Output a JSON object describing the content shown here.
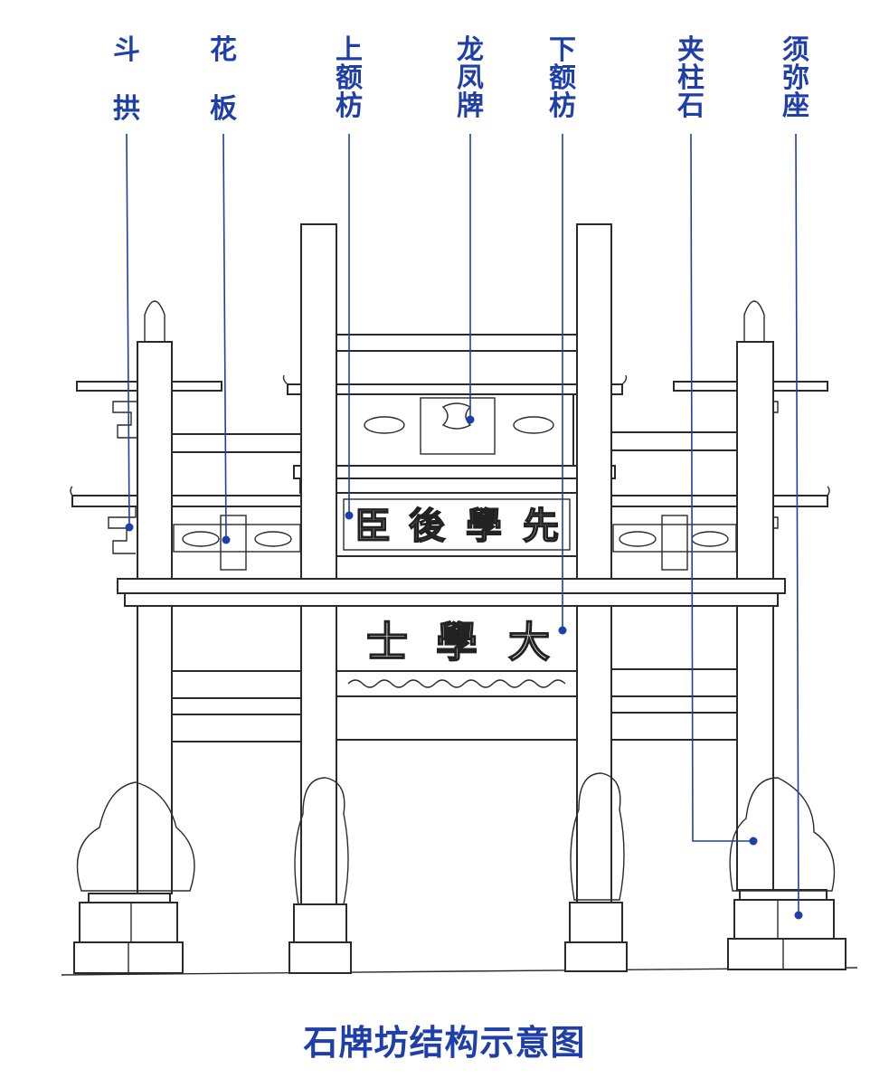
{
  "labels": [
    {
      "id": "dougong",
      "chars": [
        "斗",
        "拱"
      ]
    },
    {
      "id": "huaban",
      "chars": [
        "花",
        "板"
      ]
    },
    {
      "id": "shang-e-fang",
      "chars": [
        "上",
        "额",
        "枋"
      ]
    },
    {
      "id": "longfeng-pai",
      "chars": [
        "龙",
        "凤",
        "牌"
      ]
    },
    {
      "id": "xia-e-fang",
      "chars": [
        "下",
        "额",
        "枋"
      ]
    },
    {
      "id": "jiazhu-shi",
      "chars": [
        "夹",
        "柱",
        "石"
      ]
    },
    {
      "id": "xumi-zuo",
      "chars": [
        "须",
        "弥",
        "座"
      ]
    }
  ],
  "inscriptions": {
    "upper": [
      "臣",
      "後",
      "學",
      "先"
    ],
    "lower": [
      "士",
      "學",
      "大"
    ]
  },
  "title": "石牌坊结构示意图",
  "colors": {
    "accent": "#1f3fa8",
    "line": "#2a2a2a"
  }
}
